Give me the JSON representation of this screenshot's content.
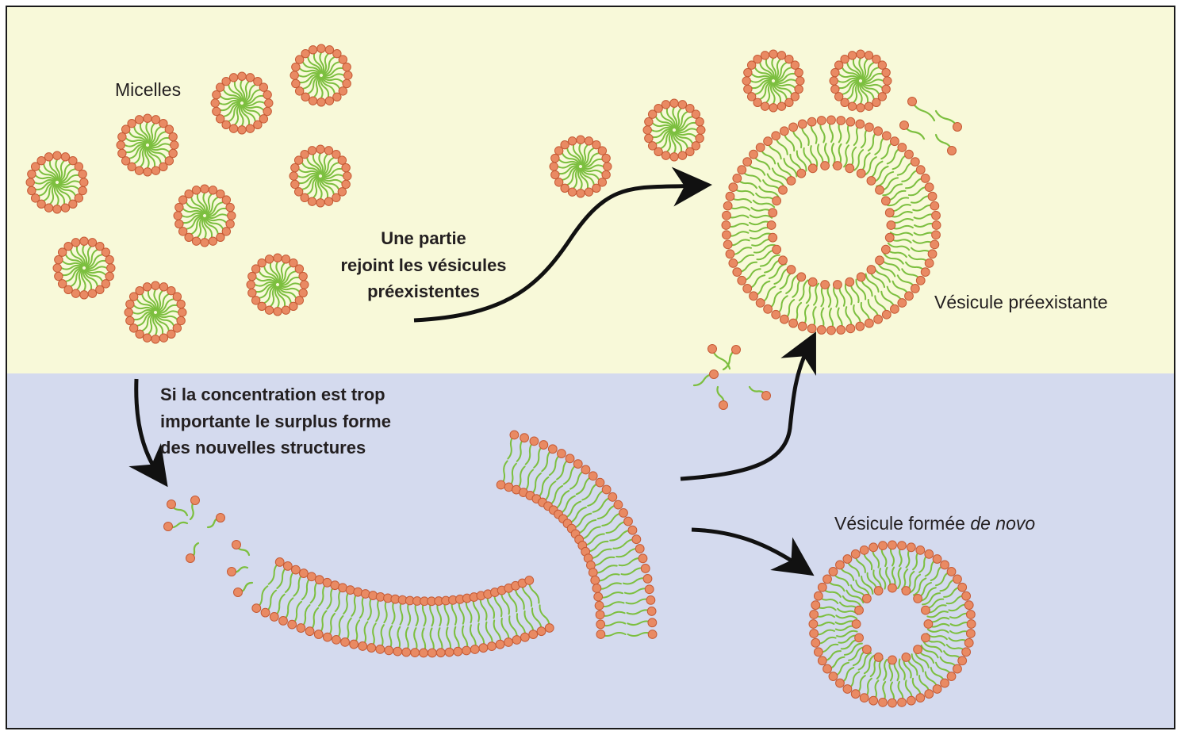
{
  "colors": {
    "top_panel": "#f8f9d9",
    "bottom_panel": "#d4daee",
    "border": "#1a1a1a",
    "head": "#e98a63",
    "head_stroke": "#c55a35",
    "tail": "#7cbf3f",
    "arrow": "#111111"
  },
  "labels": {
    "micelles": "Micelles",
    "arrow_join_line1": "Une partie",
    "arrow_join_line2": "rejoint les vésicules",
    "arrow_join_line3": "préexistentes",
    "preexisting_vesicle": "Vésicule préexistante",
    "surplus_line1": "Si la concentration est trop",
    "surplus_line2": "importante le surplus forme",
    "surplus_line3": "des nouvelles structures",
    "de_novo_prefix": "Vésicule formée ",
    "de_novo_italic": "de novo"
  },
  "icons": {
    "micelle": "micelle-icon",
    "lipid": "lipid-molecule-icon",
    "vesicle": "vesicle-icon",
    "arrow": "curved-arrow-icon"
  }
}
